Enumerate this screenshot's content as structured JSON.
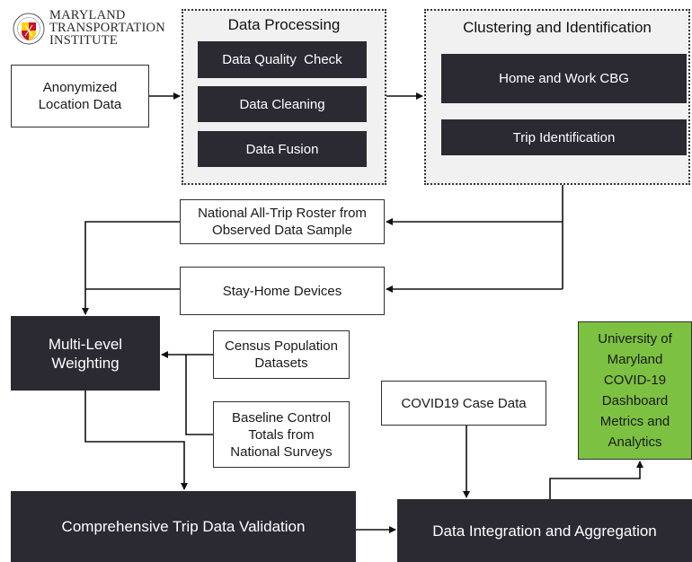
{
  "logo": {
    "line1": "MARYLAND",
    "line2": "TRANSPORTATION",
    "line3": "INSTITUTE",
    "colors": {
      "red": "#c8102e",
      "gold": "#ffd200",
      "black": "#111111"
    }
  },
  "nodes": {
    "anonymized": "Anonymized Location Data",
    "processing": {
      "title": "Data Processing",
      "steps": [
        "Data Quality  Check",
        "Data Cleaning",
        "Data Fusion"
      ]
    },
    "clustering": {
      "title": "Clustering and Identification",
      "steps": [
        "Home and Work CBG",
        "Trip Identification"
      ]
    },
    "roster": "National All-Trip Roster from Observed Data Sample",
    "stay_home": "Stay-Home Devices",
    "weighting": "Multi-Level Weighting",
    "census": "Census Population Datasets",
    "baseline": "Baseline Control Totals from National Surveys",
    "covid_case": "COVID19 Case Data",
    "umd_dashboard": "University of Maryland COVID-19 Dashboard Metrics and Analytics",
    "validation": "Comprehensive Trip Data Validation",
    "integration": "Data Integration and Aggregation"
  },
  "colors": {
    "dark": "#2b2a33",
    "accent_green": "#7dc142",
    "group_bg": "#f1f1f1",
    "line": "#111111"
  }
}
